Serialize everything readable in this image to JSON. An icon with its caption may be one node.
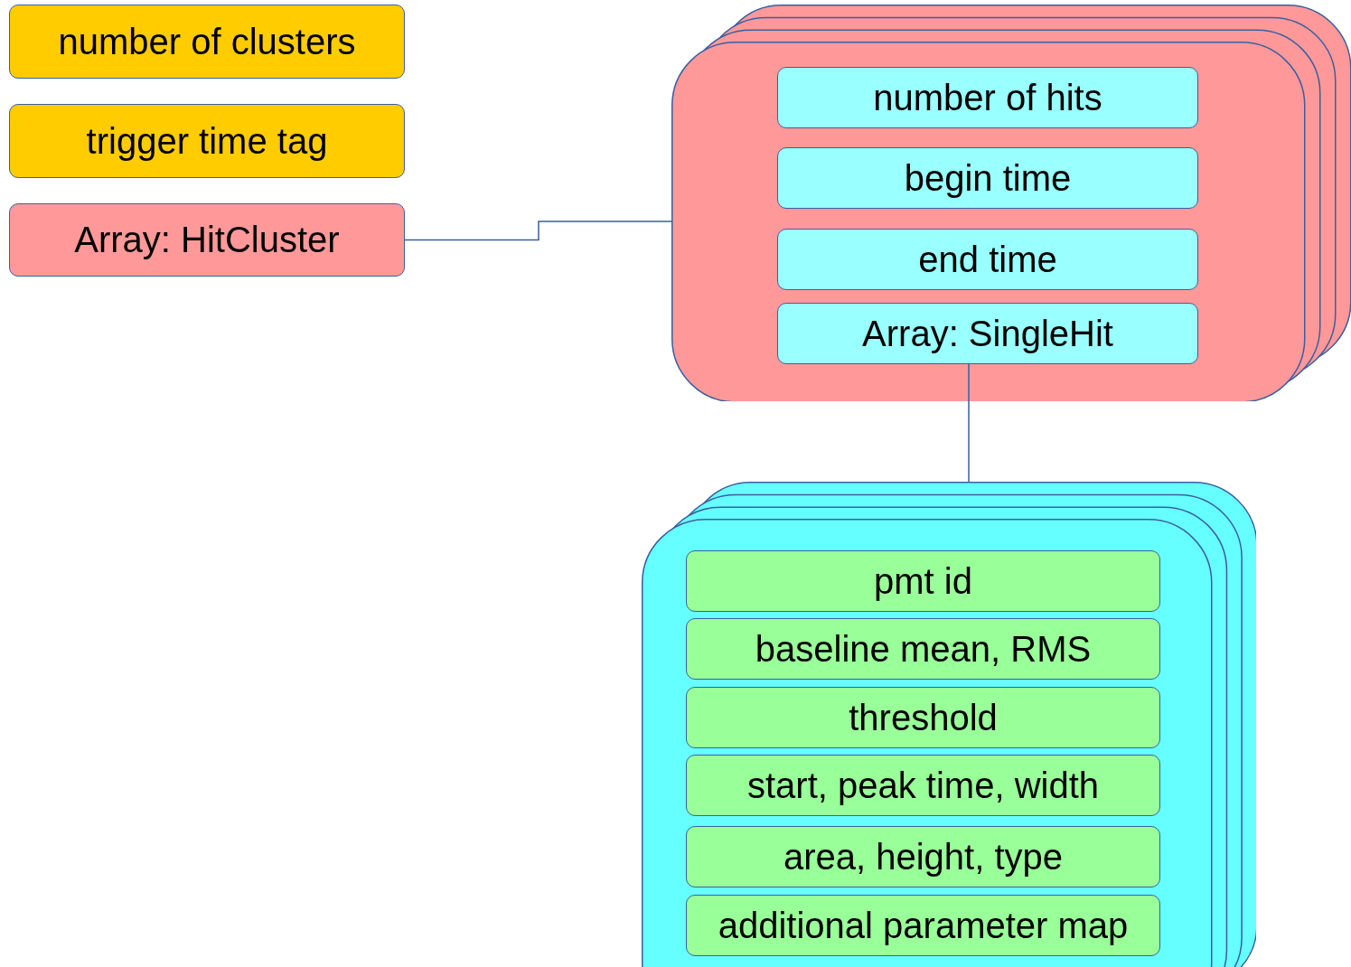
{
  "diagram": {
    "nodes": [
      {
        "text": [
          "number of clusters"
        ]
      },
      {
        "text": [
          "trigger time tag"
        ]
      },
      {
        "text": [
          "Array: HitCluster"
        ]
      },
      {
        "text": [],
        "shape": "box"
      },
      {
        "text": [
          "number of hits"
        ],
        "in": 3
      },
      {
        "text": [
          "begin time"
        ],
        "in": 3
      },
      {
        "text": [
          "end time"
        ],
        "in": 3
      },
      {
        "text": [
          "Array: SingleHit"
        ],
        "in": 3
      },
      {
        "text": [],
        "shape": "box"
      },
      {
        "text": [
          "pmt id"
        ],
        "in": 8
      },
      {
        "text": [
          "baseline mean, RMS"
        ],
        "in": 8
      },
      {
        "text": [
          "threshold"
        ],
        "in": 8
      },
      {
        "text": [
          "start, peak time, width"
        ],
        "in": 8
      },
      {
        "text": [
          "area, height, type"
        ],
        "in": 8
      },
      {
        "text": [
          "additional parameter map"
        ],
        "in": 8
      }
    ],
    "edges": [
      {
        "from": 2,
        "to": 3,
        "arrow": "none"
      },
      {
        "from": 7,
        "to": 8,
        "arrow": "none"
      }
    ]
  }
}
